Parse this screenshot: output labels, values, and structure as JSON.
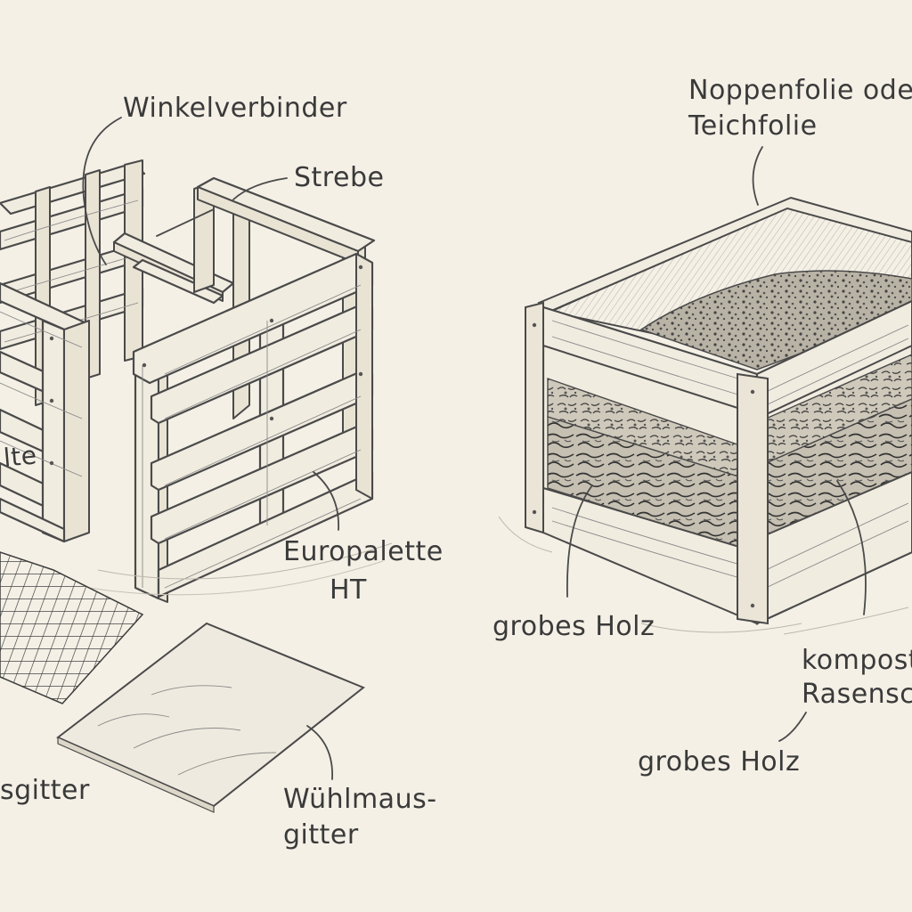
{
  "labels": {
    "winkelverbinder": "Winkelverbinder",
    "strebe": "Strebe",
    "pallet_stamp": "lte",
    "europalette_line1": "Europalette",
    "europalette_line2": "HT",
    "gitter_left": "sgitter",
    "wuehlmaus_line1": "Wühlmaus-",
    "wuehlmaus_line2": "gitter",
    "noppenfolie_line1": "Noppenfolie oder",
    "noppenfolie_line2": "Teichfolie",
    "grobes_holz_1": "grobes Holz",
    "kompost_line1": "kompost",
    "kompost_line2": "Rasensch",
    "grobes_holz_2": "grobes Holz"
  },
  "colors": {
    "paper": "#f4f0e6",
    "pencil": "#4a4a4a",
    "wood": "#f1ece0"
  }
}
